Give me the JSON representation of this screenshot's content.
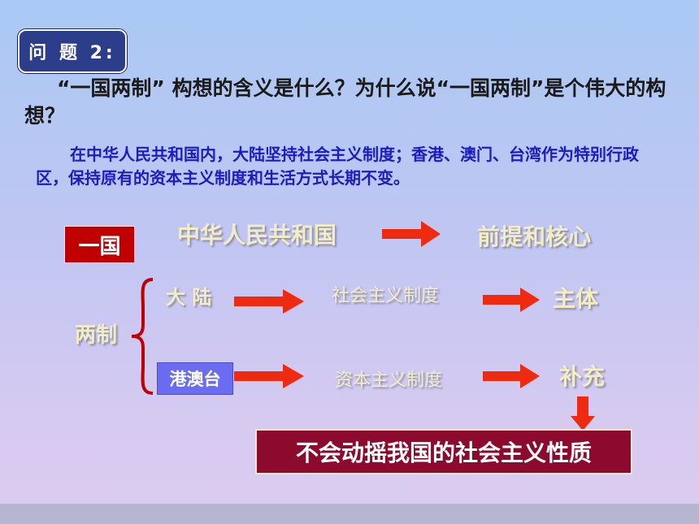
{
  "badge": {
    "label": "问 题 2:"
  },
  "question": {
    "text": "“一国两制” 构想的含义是什么？为什么说“一国两制”是个伟大的构想？"
  },
  "answer": {
    "text": "在中华人民共和国内，大陆坚持社会主义制度；香港、澳门、台湾作为特别行政区，保持原有的资本主义制度和生活方式长期不变。"
  },
  "diagram": {
    "one_country": {
      "label": "一国",
      "subject": "中华人民共和国",
      "result": "前提和核心"
    },
    "two_systems": {
      "label": "两制"
    },
    "mainland": {
      "label": "大 陆",
      "system": "社会主义制度",
      "result": "主体"
    },
    "hk_macau_tw": {
      "label": "港澳台",
      "system": "资本主义制度",
      "result": "补充"
    },
    "conclusion": "不会动摇我国的社会主义性质"
  },
  "colors": {
    "badge_bg": "#2c3d8a",
    "answer_text": "#1c1cc0",
    "red_box": "#c00000",
    "blue_box": "#6a6cf2",
    "conclusion_box": "#8c0a2e",
    "arrow": "#ee2a10",
    "bracket": "#c00000"
  },
  "icons": {
    "arrow": "right-arrow-icon",
    "down_arrow": "down-arrow-icon",
    "bracket": "curly-brace-icon"
  }
}
